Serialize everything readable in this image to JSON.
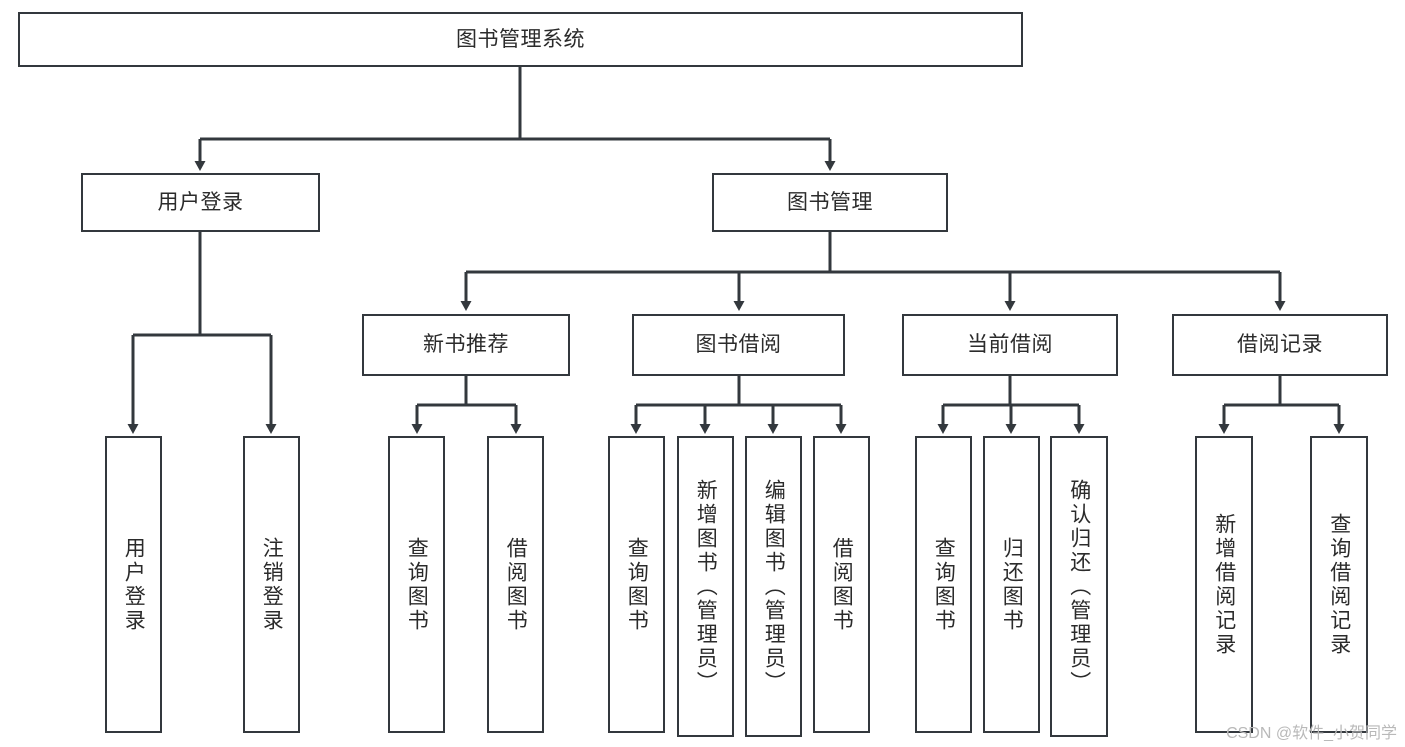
{
  "diagram": {
    "title": "图书管理系统",
    "type": "tree-hierarchy",
    "watermark": "CSDN @软件_小贺同学",
    "colors": {
      "stroke": "#33383d",
      "fill": "#ffffff",
      "text": "#2b2b2b",
      "watermark": "#b9b9b9"
    },
    "levels": [
      {
        "level": 1,
        "nodes": [
          {
            "id": "root",
            "label": "图书管理系统",
            "orientation": "horizontal"
          }
        ]
      },
      {
        "level": 2,
        "nodes": [
          {
            "id": "login",
            "label": "用户登录",
            "orientation": "horizontal",
            "parent": "root"
          },
          {
            "id": "bookmgmt",
            "label": "图书管理",
            "orientation": "horizontal",
            "parent": "root"
          }
        ]
      },
      {
        "level": 3,
        "nodes": [
          {
            "id": "newbook",
            "label": "新书推荐",
            "orientation": "horizontal",
            "parent": "bookmgmt"
          },
          {
            "id": "borrow",
            "label": "图书借阅",
            "orientation": "horizontal",
            "parent": "bookmgmt"
          },
          {
            "id": "current",
            "label": "当前借阅",
            "orientation": "horizontal",
            "parent": "bookmgmt"
          },
          {
            "id": "records",
            "label": "借阅记录",
            "orientation": "horizontal",
            "parent": "bookmgmt"
          }
        ]
      },
      {
        "level": 4,
        "nodes": [
          {
            "id": "leaf-user-login",
            "label": "用户登录",
            "orientation": "vertical",
            "parent": "login"
          },
          {
            "id": "leaf-user-logout",
            "label": "注销登录",
            "orientation": "vertical",
            "parent": "login"
          },
          {
            "id": "leaf-newbook-query",
            "label": "查询图书",
            "orientation": "vertical",
            "parent": "newbook"
          },
          {
            "id": "leaf-newbook-borrow",
            "label": "借阅图书",
            "orientation": "vertical",
            "parent": "newbook"
          },
          {
            "id": "leaf-borrow-query",
            "label": "查询图书",
            "orientation": "vertical",
            "parent": "borrow"
          },
          {
            "id": "leaf-borrow-add",
            "label": "新增图书（管理员）",
            "orientation": "vertical",
            "parent": "borrow"
          },
          {
            "id": "leaf-borrow-edit",
            "label": "编辑图书（管理员）",
            "orientation": "vertical",
            "parent": "borrow"
          },
          {
            "id": "leaf-borrow-lend",
            "label": "借阅图书",
            "orientation": "vertical",
            "parent": "borrow"
          },
          {
            "id": "leaf-current-query",
            "label": "查询图书",
            "orientation": "vertical",
            "parent": "current"
          },
          {
            "id": "leaf-current-return",
            "label": "归还图书",
            "orientation": "vertical",
            "parent": "current"
          },
          {
            "id": "leaf-current-confirm",
            "label": "确认归还（管理员）",
            "orientation": "vertical",
            "parent": "current"
          },
          {
            "id": "leaf-records-add",
            "label": "新增借阅记录",
            "orientation": "vertical",
            "parent": "records"
          },
          {
            "id": "leaf-records-query",
            "label": "查询借阅记录",
            "orientation": "vertical",
            "parent": "records"
          }
        ]
      }
    ]
  }
}
